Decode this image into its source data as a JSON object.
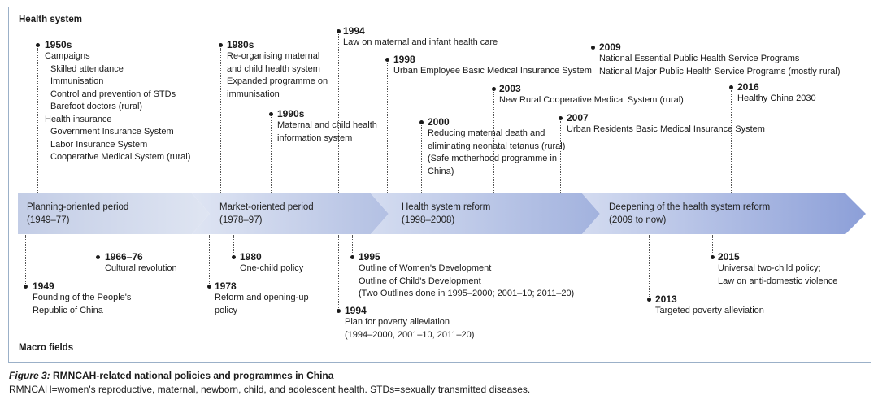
{
  "headers": {
    "top": "Health system",
    "bottom": "Macro fields"
  },
  "phases": [
    {
      "name": "Planning-oriented period",
      "years": "(1949–77)"
    },
    {
      "name": "Market-oriented period",
      "years": "(1978–97)"
    },
    {
      "name": "Health system reform",
      "years": "(1998–2008)"
    },
    {
      "name": "Deepening of the health system reform",
      "years": "(2009 to now)"
    }
  ],
  "top_events": [
    {
      "year": "1950s",
      "lines": [
        "Campaigns",
        "Skilled attendance",
        "Immunisation",
        "Control and prevention of STDs",
        "Barefoot doctors (rural)",
        "Health insurance",
        "Government Insurance System",
        "Labor Insurance System",
        "Cooperative Medical System (rural)"
      ]
    },
    {
      "year": "1980s",
      "lines": [
        "Re-organising maternal",
        "and child health system",
        "Expanded programme on",
        "immunisation"
      ]
    },
    {
      "year": "1990s",
      "lines": [
        "Maternal and child health",
        "information system"
      ]
    },
    {
      "year": "1994",
      "lines": [
        "Law on maternal and infant health care"
      ]
    },
    {
      "year": "1998",
      "lines": [
        "Urban Employee Basic Medical Insurance System"
      ]
    },
    {
      "year": "2000",
      "lines": [
        "Reducing maternal death and",
        "eliminating neonatal tetanus (rural)",
        "(Safe motherhood programme in",
        "China)"
      ]
    },
    {
      "year": "2003",
      "lines": [
        "New Rural Cooperative Medical System (rural)"
      ]
    },
    {
      "year": "2007",
      "lines": [
        "Urban Residents Basic Medical Insurance System"
      ]
    },
    {
      "year": "2009",
      "lines": [
        "National Essential Public Health Service Programs",
        "National Major Public Health Service Programs (mostly rural)"
      ]
    },
    {
      "year": "2016",
      "lines": [
        "Healthy China 2030"
      ]
    }
  ],
  "bottom_events": [
    {
      "year": "1949",
      "lines": [
        "Founding of the People's",
        "Republic of China"
      ]
    },
    {
      "year": "1966–76",
      "lines": [
        "Cultural revolution"
      ]
    },
    {
      "year": "1978",
      "lines": [
        "Reform and opening-up",
        "policy"
      ]
    },
    {
      "year": "1980",
      "lines": [
        "One-child policy"
      ]
    },
    {
      "year": "1994",
      "lines": [
        "Plan for poverty alleviation",
        "(1994–2000, 2001–10, 2011–20)"
      ]
    },
    {
      "year": "1995",
      "lines": [
        "Outline of Women's Development",
        "Outline of Child's Development",
        "(Two Outlines done in 1995–2000; 2001–10; 2011–20)"
      ]
    },
    {
      "year": "2013",
      "lines": [
        "Targeted poverty alleviation"
      ]
    },
    {
      "year": "2015",
      "lines": [
        "Universal two-child policy;",
        "Law on anti-domestic violence"
      ]
    }
  ],
  "caption": {
    "figure_label": "Figure 3:",
    "title": "RMNCAH-related national policies and programmes in China",
    "note": "RMNCAH=women's reproductive, maternal, newborn, child, and adolescent health. STDs=sexually transmitted diseases."
  },
  "colors": {
    "arrow_start": "#e4e9f4",
    "arrow_end": "#8fa2d8",
    "frame_border": "#9bb0c8"
  }
}
